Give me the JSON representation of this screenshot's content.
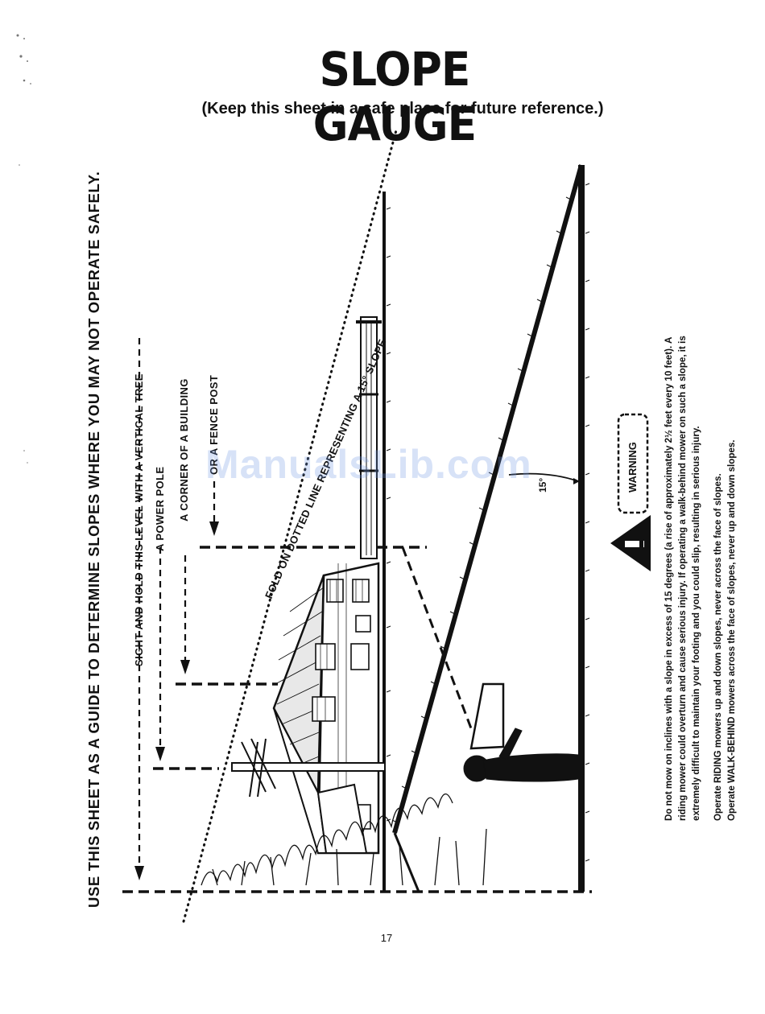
{
  "title": "SLOPE GAUGE",
  "subtitle": "(Keep this sheet in a safe place for future reference.)",
  "guide_text": "USE THIS SHEET AS A GUIDE TO DETERMINE SLOPES WHERE YOU MAY NOT OPERATE SAFELY.",
  "sight_labels": {
    "sight": "SIGHT AND HOLD THIS LEVEL WITH A VERTICAL TREE",
    "power_pole": "A POWER POLE",
    "corner": "A CORNER OF A BUILDING",
    "fence": "OR A FENCE POST"
  },
  "fold_label": "FOLD ON DOTTED LINE REPRESENTING A 15° SLOPE",
  "angle_label": "15°",
  "warning": {
    "label": "WARNING",
    "lines": [
      "Do not mow on inclines with a slope in excess of 15 degrees (a rise of approximately 2½ feet every 10 feet). A",
      "riding mower could overturn and cause serious injury. If operating a walk-behind mower on such a slope, it is",
      "extremely difficult to maintain your footing and you could slip, resulting in serious injury.",
      "Operate RIDING mowers up and down slopes, never across the face of slopes.",
      "Operate WALK-BEHIND mowers across the face of slopes, never up and down slopes."
    ]
  },
  "page_number": "17",
  "watermark": "ManualsLib.com"
}
